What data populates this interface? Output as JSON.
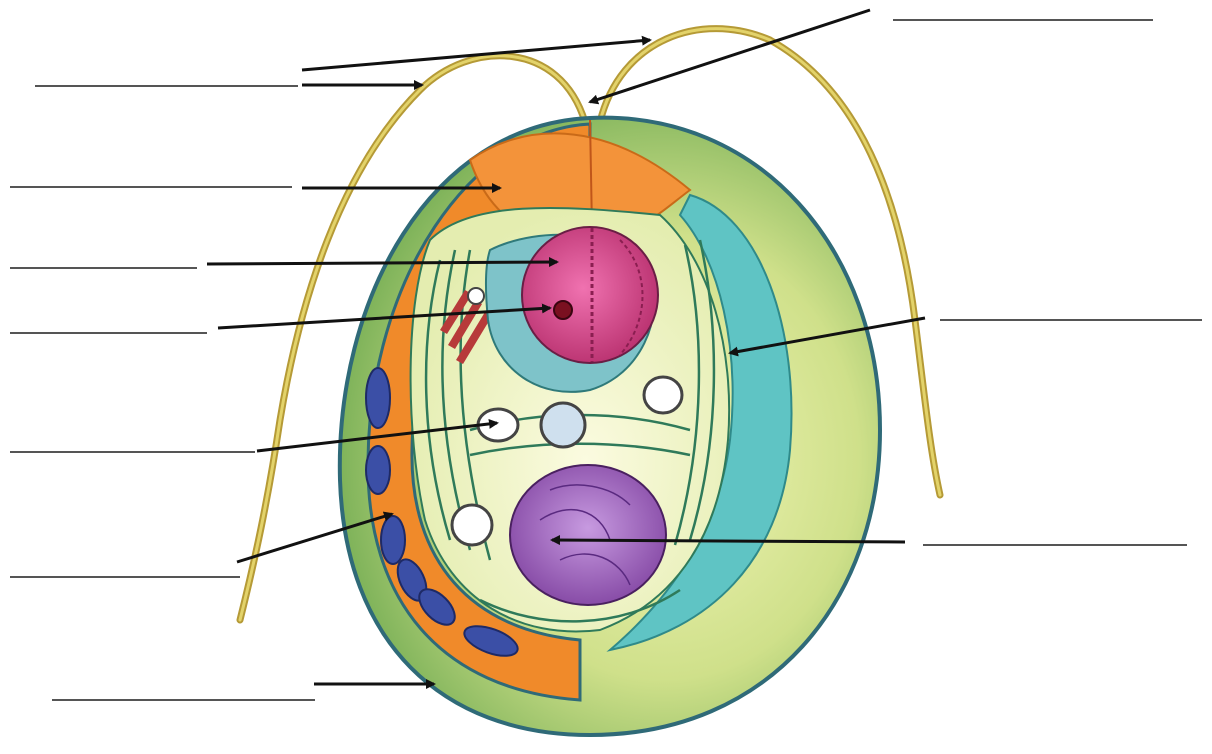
{
  "diagram": {
    "subject": "chlamydomonas-cell-cutaway",
    "label_blanks": [
      {
        "id": "flagella",
        "text": ""
      },
      {
        "id": "basal-body",
        "text": ""
      },
      {
        "id": "cell-wall-top",
        "text": ""
      },
      {
        "id": "pyrenoid",
        "text": ""
      },
      {
        "id": "nucleolus",
        "text": ""
      },
      {
        "id": "contractile-vacuole",
        "text": ""
      },
      {
        "id": "eyespot",
        "text": ""
      },
      {
        "id": "cell-wall-bottom",
        "text": ""
      },
      {
        "id": "chloroplast",
        "text": ""
      },
      {
        "id": "starch-grain",
        "text": ""
      }
    ],
    "colors": {
      "outer_wall": "#8fc063",
      "orange_layer": "#f08a2a",
      "teal_layer": "#5fc4c4",
      "pink_body": "#d8428c",
      "purple_body": "#9b56b8",
      "blue_granules": "#3b4fa6",
      "flagella": "#c9b44a",
      "line": "#111111",
      "blank_line": "#555555"
    }
  }
}
